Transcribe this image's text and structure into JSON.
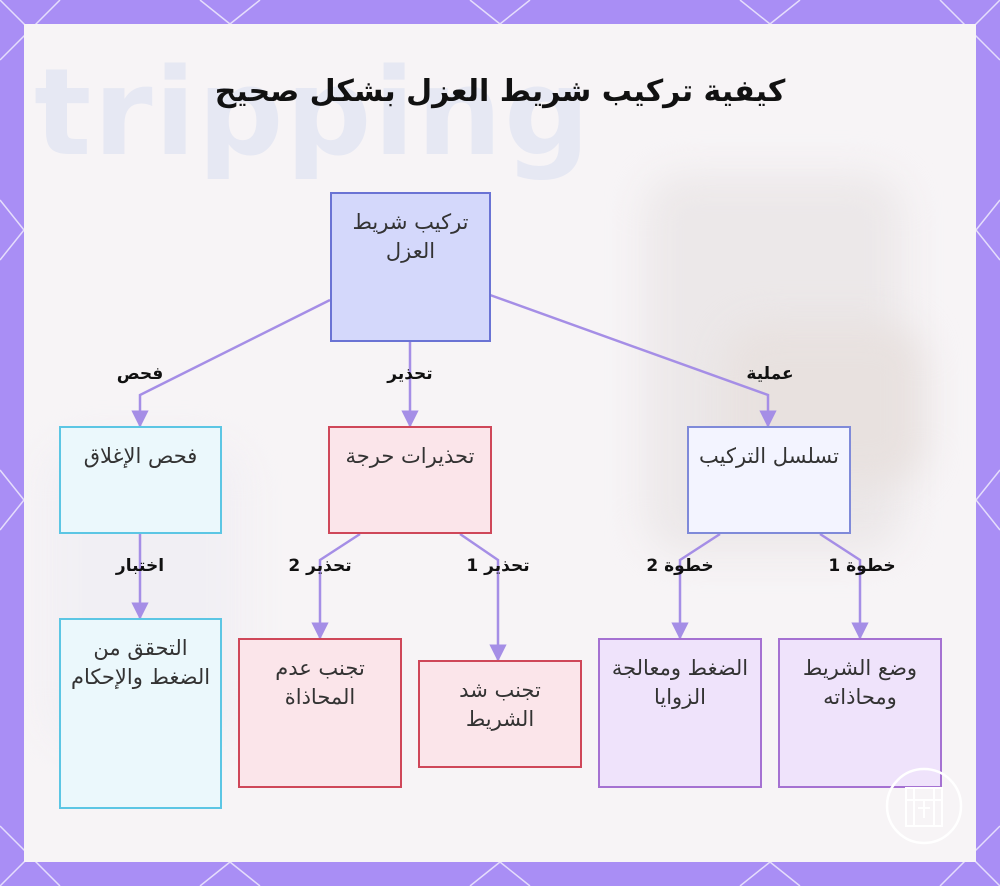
{
  "title": "كيفية تركيب شريط العزل بشكل صحيح",
  "nodes": {
    "root": "تركيب شريط العزل",
    "inspect": "فحص الإغلاق",
    "warnings": "تحذيرات حرجة",
    "sequence": "تسلسل التركيب",
    "verify": "التحقق من الضغط والإحكام",
    "avoid_misalign": "تجنب عدم المحاذاة",
    "avoid_stretch": "تجنب شد الشريط",
    "press_corners": "الضغط ومعالجة الزوايا",
    "place_align": "وضع الشريط ومحاذاته"
  },
  "edge_labels": {
    "inspection": "فحص",
    "warning": "تحذير",
    "process": "عملية",
    "test": "اختبار",
    "warning2": "تحذير 2",
    "warning1": "تحذير 1",
    "step2": "خطوة 2",
    "step1": "خطوة 1"
  },
  "background_text": "tripping",
  "colors": {
    "frame": "#a98ef5",
    "edge": "#a58ee6",
    "root_fill": "#d4d8fb",
    "warning_border": "#cf4759",
    "step_border": "#a571d2"
  }
}
